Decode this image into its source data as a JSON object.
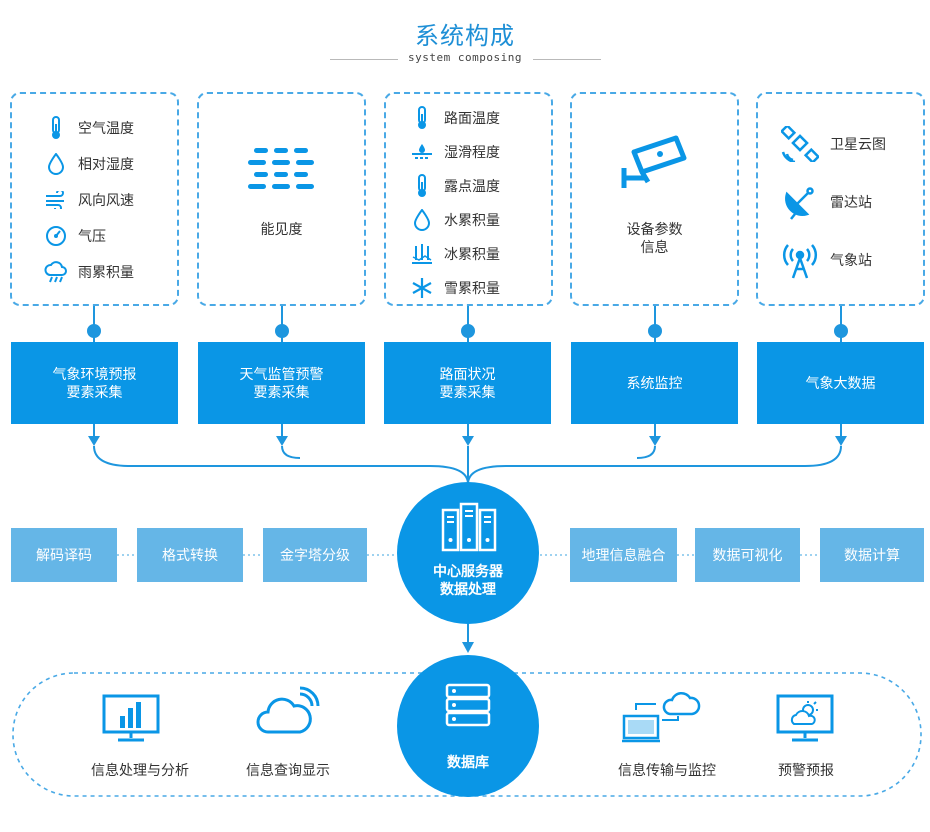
{
  "header": {
    "title": "系统构成",
    "subtitle": "system composing"
  },
  "sensors": [
    {
      "items": [
        {
          "icon": "thermometer-icon",
          "label": "空气温度"
        },
        {
          "icon": "droplet-icon",
          "label": "相对湿度"
        },
        {
          "icon": "wind-icon",
          "label": "风向风速"
        },
        {
          "icon": "pressure-gauge-icon",
          "label": "气压"
        },
        {
          "icon": "rain-cloud-icon",
          "label": "雨累积量"
        }
      ]
    },
    {
      "icon": "visibility-dashes-icon",
      "label": "能见度"
    },
    {
      "items": [
        {
          "icon": "thermometer-icon",
          "label": "路面温度"
        },
        {
          "icon": "wet-slippery-icon",
          "label": "湿滑程度"
        },
        {
          "icon": "thermometer-icon",
          "label": "露点温度"
        },
        {
          "icon": "droplet-icon",
          "label": "水累积量"
        },
        {
          "icon": "ice-icon",
          "label": "冰累积量"
        },
        {
          "icon": "snowflake-icon",
          "label": "雪累积量"
        }
      ]
    },
    {
      "icon": "camera-icon",
      "label_line1": "设备参数",
      "label_line2": "信息"
    },
    {
      "items": [
        {
          "icon": "satellite-icon",
          "label": "卫星云图"
        },
        {
          "icon": "radar-dish-icon",
          "label": "雷达站"
        },
        {
          "icon": "weather-station-icon",
          "label": "气象站"
        }
      ]
    }
  ],
  "collectors": [
    {
      "line1": "气象环境预报",
      "line2": "要素采集"
    },
    {
      "line1": "天气监管预警",
      "line2": "要素采集"
    },
    {
      "line1": "路面状况",
      "line2": "要素采集"
    },
    {
      "line1": "系统监控",
      "line2": ""
    },
    {
      "line1": "气象大数据",
      "line2": ""
    }
  ],
  "processing_left": [
    "解码译码",
    "格式转换",
    "金字塔分级"
  ],
  "processing_right": [
    "地理信息融合",
    "数据可视化",
    "数据计算"
  ],
  "server": {
    "icon": "server-rack-icon",
    "line1": "中心服务器",
    "line2": "数据处理"
  },
  "database": {
    "icon": "database-icon",
    "label": "数据库"
  },
  "outputs": [
    {
      "icon": "monitor-chart-icon",
      "label": "信息处理与分析"
    },
    {
      "icon": "cloud-signal-icon",
      "label": "信息查询显示"
    },
    {
      "icon": "cloud-transfer-icon",
      "label": "信息传输与监控"
    },
    {
      "icon": "monitor-weather-icon",
      "label": "预警预报"
    }
  ],
  "colors": {
    "primary": "#0a96e6",
    "light": "#65b6e7",
    "dashed": "#49a9e6",
    "title": "#1e8fd6"
  }
}
